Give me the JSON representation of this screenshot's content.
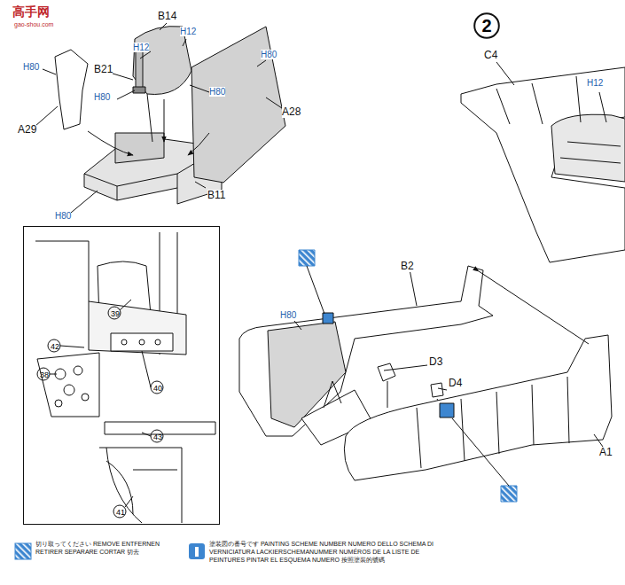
{
  "diagram": {
    "nodes": [
      {
        "text": [
          "2"
        ]
      },
      {
        "text": [
          "39",
          "42",
          "38",
          "40",
          "43",
          "41"
        ]
      }
    ],
    "labels": [
      "高手网",
      "gao-shou.com",
      "B14",
      "H12",
      "B21",
      "H12",
      "H80",
      "H80",
      "H80",
      "A28",
      "H80",
      "A29",
      "H80",
      "B11",
      "C4",
      "H12",
      "B2",
      "H80",
      "D3",
      "D4",
      "A1"
    ],
    "legend": [
      {
        "text": "切り取ってください REMOVE ENTFERNEN RETIRER SEPARARE CORTAR 切去"
      },
      {
        "text": "塗装図の番号です PAINTING SCHEME NUMBER NUMERO DELLO SCHEMA DI VERNICIATURA LACKIERSCHEMANUMMER NUMÉROS DE LA LISTE DE PEINTURES PINTAR EL ESQUEMA NUMERO 按照塗裝的號碼"
      }
    ]
  }
}
